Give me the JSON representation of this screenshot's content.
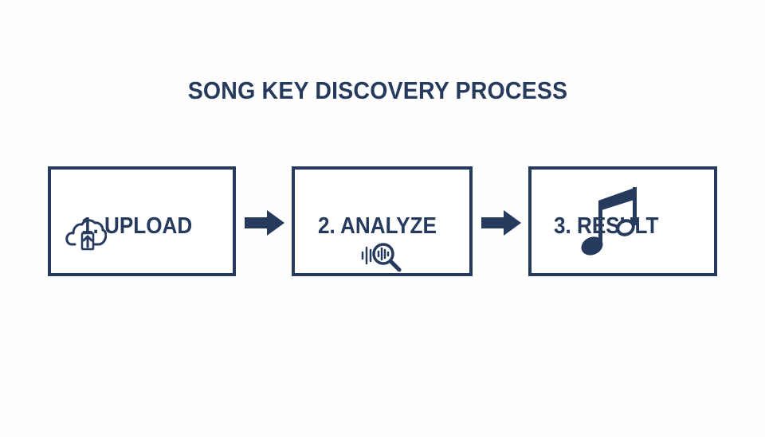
{
  "diagram": {
    "title": "SONG KEY DISCOVERY PROCESS",
    "steps": [
      {
        "label": "1. UPLOAD",
        "icon": "cloud-upload-icon"
      },
      {
        "label": "2. ANALYZE",
        "icon": "waveform-search-icon"
      },
      {
        "label": "3. RESULT",
        "icon": "music-note-icon"
      }
    ],
    "connector_icon": "right-arrow-icon",
    "colors": {
      "primary": "#263a5e",
      "background": "#fefefe"
    }
  }
}
